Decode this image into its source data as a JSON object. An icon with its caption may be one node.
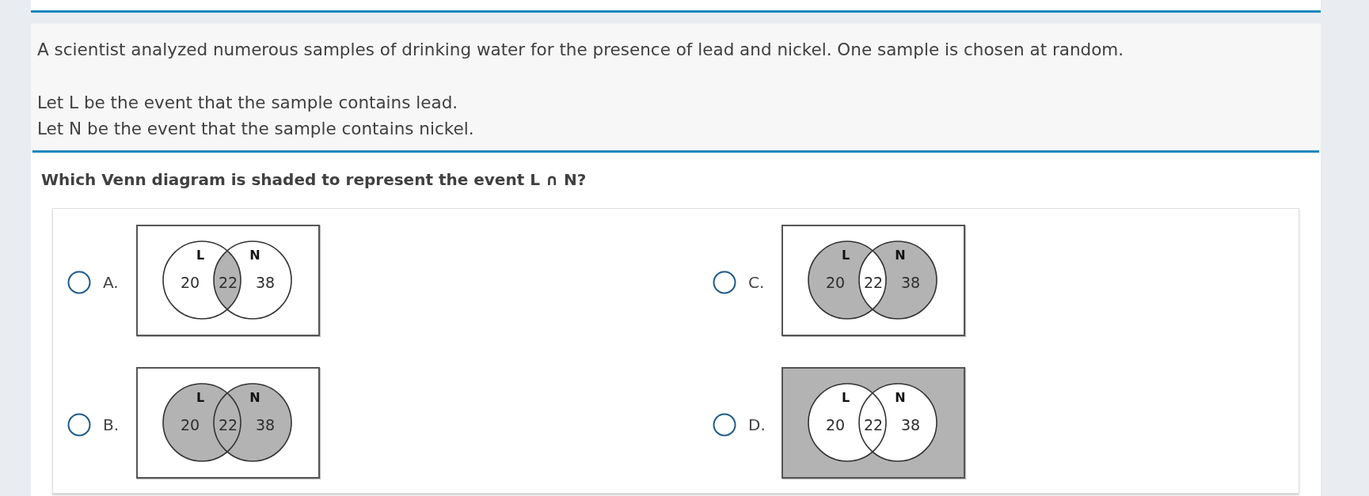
{
  "diagram": {
    "nodes": [
      {
        "text": [
          "L",
          "N",
          "20",
          "22",
          "38"
        ],
        "beside": [
          "A."
        ]
      },
      {
        "text": [
          "L",
          "N",
          "20",
          "22",
          "38"
        ],
        "beside": [
          "C."
        ]
      },
      {
        "text": [
          "L",
          "N",
          "20",
          "22",
          "38"
        ],
        "beside": [
          "B."
        ]
      },
      {
        "text": [
          "L",
          "N",
          "20",
          "22",
          "38"
        ],
        "beside": [
          "D."
        ]
      }
    ],
    "labels": [
      "A scientist analyzed numerous samples of drinking water for the presence of lead and nickel. One sample is chosen at random.",
      "Let L be the event that the sample contains lead.",
      "Let N be the event that the sample contains nickel.",
      "Which Venn diagram is shaded to represent the event L ∩ N?"
    ]
  }
}
